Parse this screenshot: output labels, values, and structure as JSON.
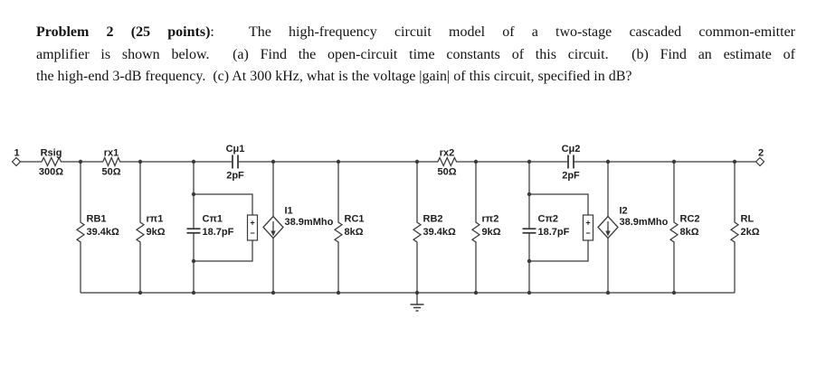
{
  "problem": {
    "lines": [
      {
        "bold": "Problem 2 (25 points)",
        "rest": ":  The high-frequency circuit model of a two-stage cascaded common-emitter"
      },
      {
        "bold": "",
        "rest": "amplifier is shown below.  (a) Find the open-circuit time constants of this circuit.  (b) Find an estimate of"
      },
      {
        "bold": "",
        "rest": "the high-end 3-dB frequency.  (c) At 300 kHz, what is the voltage |gain| of this circuit, specified in dB?"
      }
    ]
  },
  "circuit": {
    "terminals": [
      {
        "label": "1"
      },
      {
        "label": "2"
      }
    ],
    "polarity": {
      "plus": "+",
      "minus": "−"
    },
    "components": {
      "rsig": {
        "name": "Rsig",
        "value": "300Ω"
      },
      "rx1": {
        "name": "rx1",
        "value": "50Ω"
      },
      "rb1": {
        "name": "RB1",
        "value": "39.4kΩ"
      },
      "rpi1": {
        "name": "rπ1",
        "value": "9kΩ"
      },
      "cpi1": {
        "name": "Cπ1",
        "value": "18.7pF"
      },
      "cmu1": {
        "name": "Cμ1",
        "value": "2pF"
      },
      "i1": {
        "name": "I1",
        "value": "38.9mMho"
      },
      "rc1": {
        "name": "RC1",
        "value": "8kΩ"
      },
      "rb2": {
        "name": "RB2",
        "value": "39.4kΩ"
      },
      "rx2": {
        "name": "rx2",
        "value": "50Ω"
      },
      "rpi2": {
        "name": "rπ2",
        "value": "9kΩ"
      },
      "cpi2": {
        "name": "Cπ2",
        "value": "18.7pF"
      },
      "cmu2": {
        "name": "Cμ2",
        "value": "2pF"
      },
      "i2": {
        "name": "I2",
        "value": "38.9mMho"
      },
      "rc2": {
        "name": "RC2",
        "value": "8kΩ"
      },
      "rl": {
        "name": "RL",
        "value": "2kΩ"
      }
    },
    "colors": {
      "ink": "#3a3a3a",
      "background": "#ffffff"
    }
  }
}
